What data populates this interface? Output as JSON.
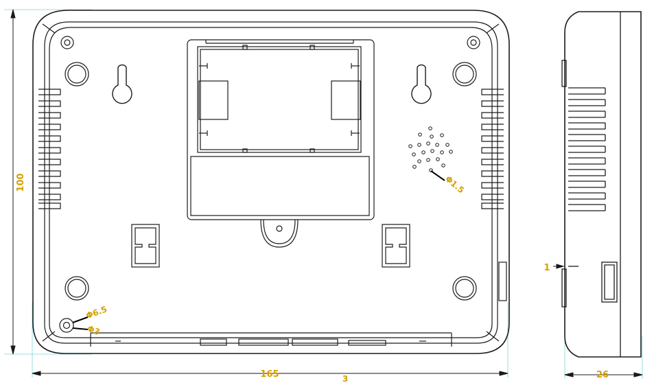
{
  "dimensions": {
    "width": "165",
    "height": "100",
    "depth": "26",
    "wall": "1",
    "speaker_hole": "Φ1.5",
    "mount_hole_outer": "Φ6.5",
    "mount_hole_inner": "Φ3",
    "stray_mark": "3"
  },
  "colors": {
    "line": "#1a1a1a",
    "dimension_text": "#d4a000",
    "guide": "#7fd4d4"
  }
}
